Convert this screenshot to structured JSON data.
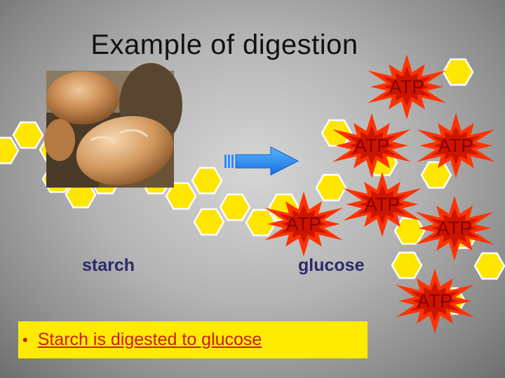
{
  "slide": {
    "title": "Example of digestion",
    "starch_label": "starch",
    "glucose_label": "glucose",
    "atp_label": "ATP",
    "bullet": "Starch is digested to glucose"
  },
  "colors": {
    "hexagon_fill": "#ffe600",
    "hexagon_stroke": "#ffffff",
    "atp_burst_outer": "#ff3300",
    "atp_burst_inner": "#cc1500",
    "arrow_fill": "#2a8cff",
    "bullet_box": "#ffeb00",
    "bullet_text": "#cc1a1a",
    "label_text": "#2a2a6a"
  },
  "icons": {
    "image": "bread-basket-photo",
    "arrow": "right-arrow-icon",
    "molecule": "glucose-hexagon",
    "energy": "atp-burst"
  }
}
